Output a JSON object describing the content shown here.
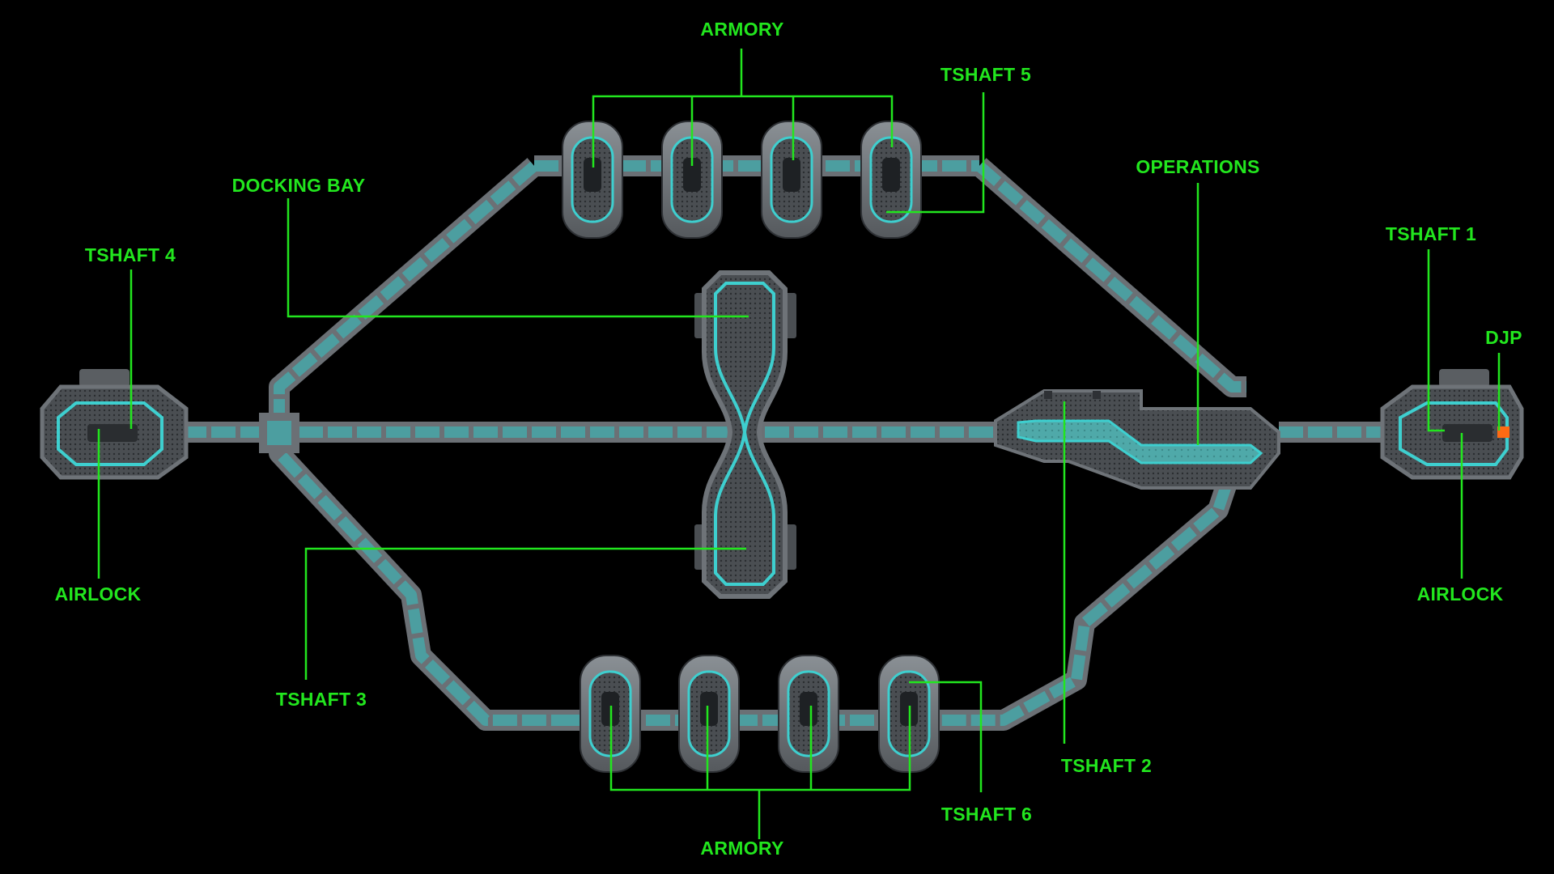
{
  "labels": {
    "armory_top": "ARMORY",
    "tshaft5": "TSHAFT 5",
    "docking_bay": "DOCKING BAY",
    "operations": "OPERATIONS",
    "tshaft4": "TSHAFT 4",
    "tshaft1": "TSHAFT 1",
    "djp": "DJP",
    "airlock_left": "AIRLOCK",
    "airlock_right": "AIRLOCK",
    "tshaft3": "TSHAFT 3",
    "tshaft2": "TSHAFT 2",
    "tshaft6": "TSHAFT 6",
    "armory_bottom": "ARMORY"
  },
  "colors": {
    "background": "#000000",
    "label": "#22e61e",
    "leader_line": "#22e61e",
    "hull": "#6e7378",
    "hull_dark": "#3a3e42",
    "corridor_floor": "#58b8b8",
    "glow": "#3ecfcf",
    "marker": "#ff6a13"
  }
}
